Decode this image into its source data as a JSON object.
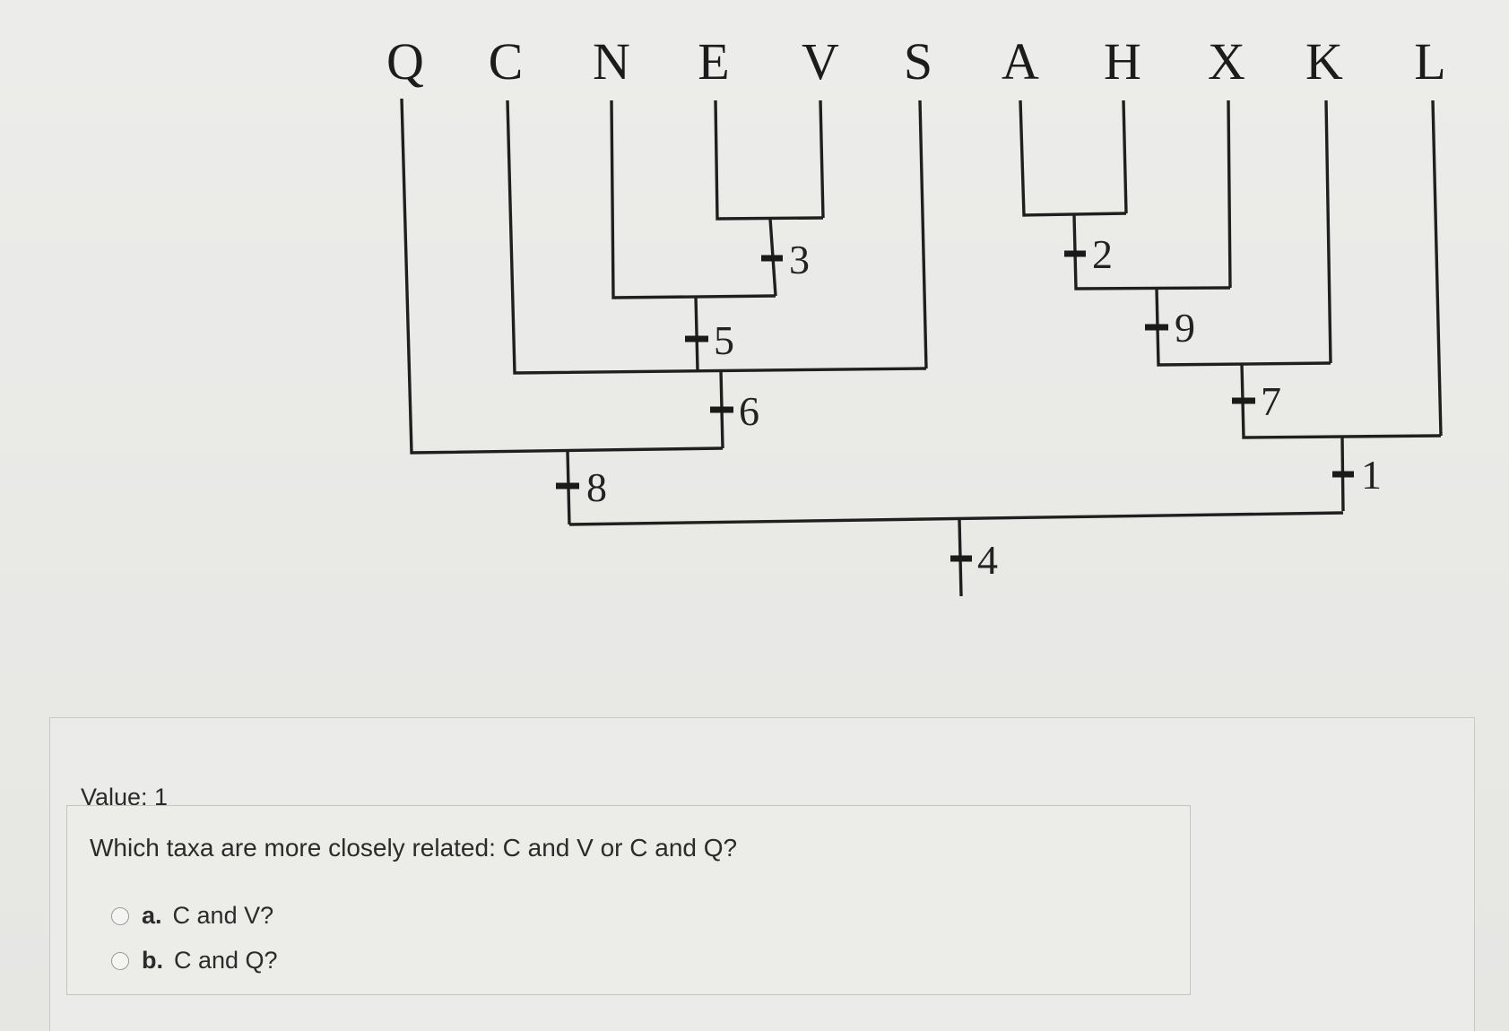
{
  "cladogram": {
    "taxa": [
      "Q",
      "C",
      "N",
      "E",
      "V",
      "S",
      "A",
      "H",
      "X",
      "K",
      "L"
    ],
    "characters": [
      "3",
      "5",
      "6",
      "8",
      "2",
      "9",
      "7",
      "1",
      "4"
    ]
  },
  "question": {
    "value_label": "Value: 1",
    "text": "Which taxa are more closely related: C and V or C and Q?",
    "options": [
      {
        "letter": "a.",
        "text": "C and V?"
      },
      {
        "letter": "b.",
        "text": "C and Q?"
      }
    ]
  }
}
